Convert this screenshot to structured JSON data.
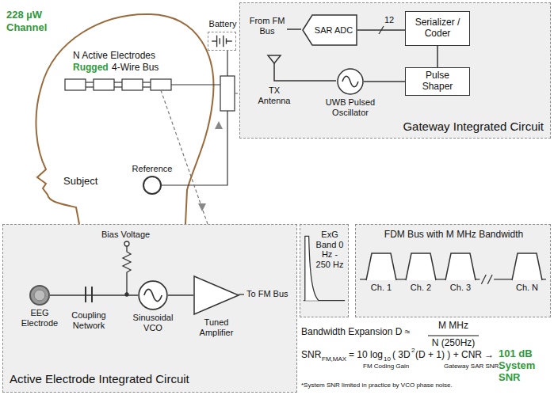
{
  "diagram": {
    "nodes": [
      {
        "text": [
          "Gateway Integrated Circuit"
        ]
      },
      {
        "text": [
          "SAR ADC"
        ],
        "in": 0
      },
      {
        "text": [
          "Serializer / Coder"
        ],
        "in": 0
      },
      {
        "text": [
          "Pulse Shaper"
        ],
        "in": 0
      },
      {
        "text": [
          "UWB Pulsed Oscillator"
        ],
        "in": 0
      },
      {
        "text": [
          "Active Electrode Integrated Circuit"
        ]
      },
      {
        "text": [
          "EEG Electrode"
        ],
        "in": 5
      },
      {
        "text": [
          "Sinusoidal VCO"
        ],
        "in": 5
      },
      {
        "text": [
          "Tuned Amplifier"
        ],
        "in": 5
      },
      {
        "text": [
          "ExG Band 0 Hz - 250 Hz"
        ]
      },
      {
        "text": [
          "FDM Bus with M MHz Bandwidth"
        ]
      },
      {
        "text": [
          "Ch. 1"
        ],
        "in": 10
      },
      {
        "text": [
          "Ch. 2"
        ],
        "in": 10
      },
      {
        "text": [
          "Ch. 3"
        ],
        "in": 10
      },
      {
        "text": [
          "Ch. N"
        ],
        "in": 10
      },
      {
        "text": [
          "Reference"
        ]
      },
      {
        "text": [
          "Battery"
        ]
      }
    ],
    "edges": [
      {
        "from": 1,
        "to": 2,
        "arrow": "none",
        "label": "12"
      },
      {
        "from": 2,
        "to": 3,
        "arrow": "none"
      },
      {
        "from": 3,
        "to": 4,
        "arrow": "none"
      },
      {
        "from": 6,
        "to": 7,
        "arrow": "none"
      },
      {
        "from": 7,
        "to": 8,
        "arrow": "none"
      }
    ],
    "labels": [
      "228 µW",
      "Channel",
      "N Active Electrodes",
      "Rugged",
      "4-Wire Bus",
      "Subject",
      "From FM Bus",
      "TX Antenna",
      "Bias Voltage",
      "Coupling Network",
      "To FM Bus",
      "Bandwidth Expansion D ≈",
      "M MHz",
      "N (250Hz)",
      "SNR",
      "FM,MAX",
      "= 10 log",
      "10",
      "( 3D",
      "2",
      "(D + 1) ) + CNR →",
      "101 dB",
      "System",
      "SNR",
      "FM Coding Gain",
      "Gateway SAR SNR",
      "*System SNR limited in practice by VCO phase noise."
    ]
  }
}
